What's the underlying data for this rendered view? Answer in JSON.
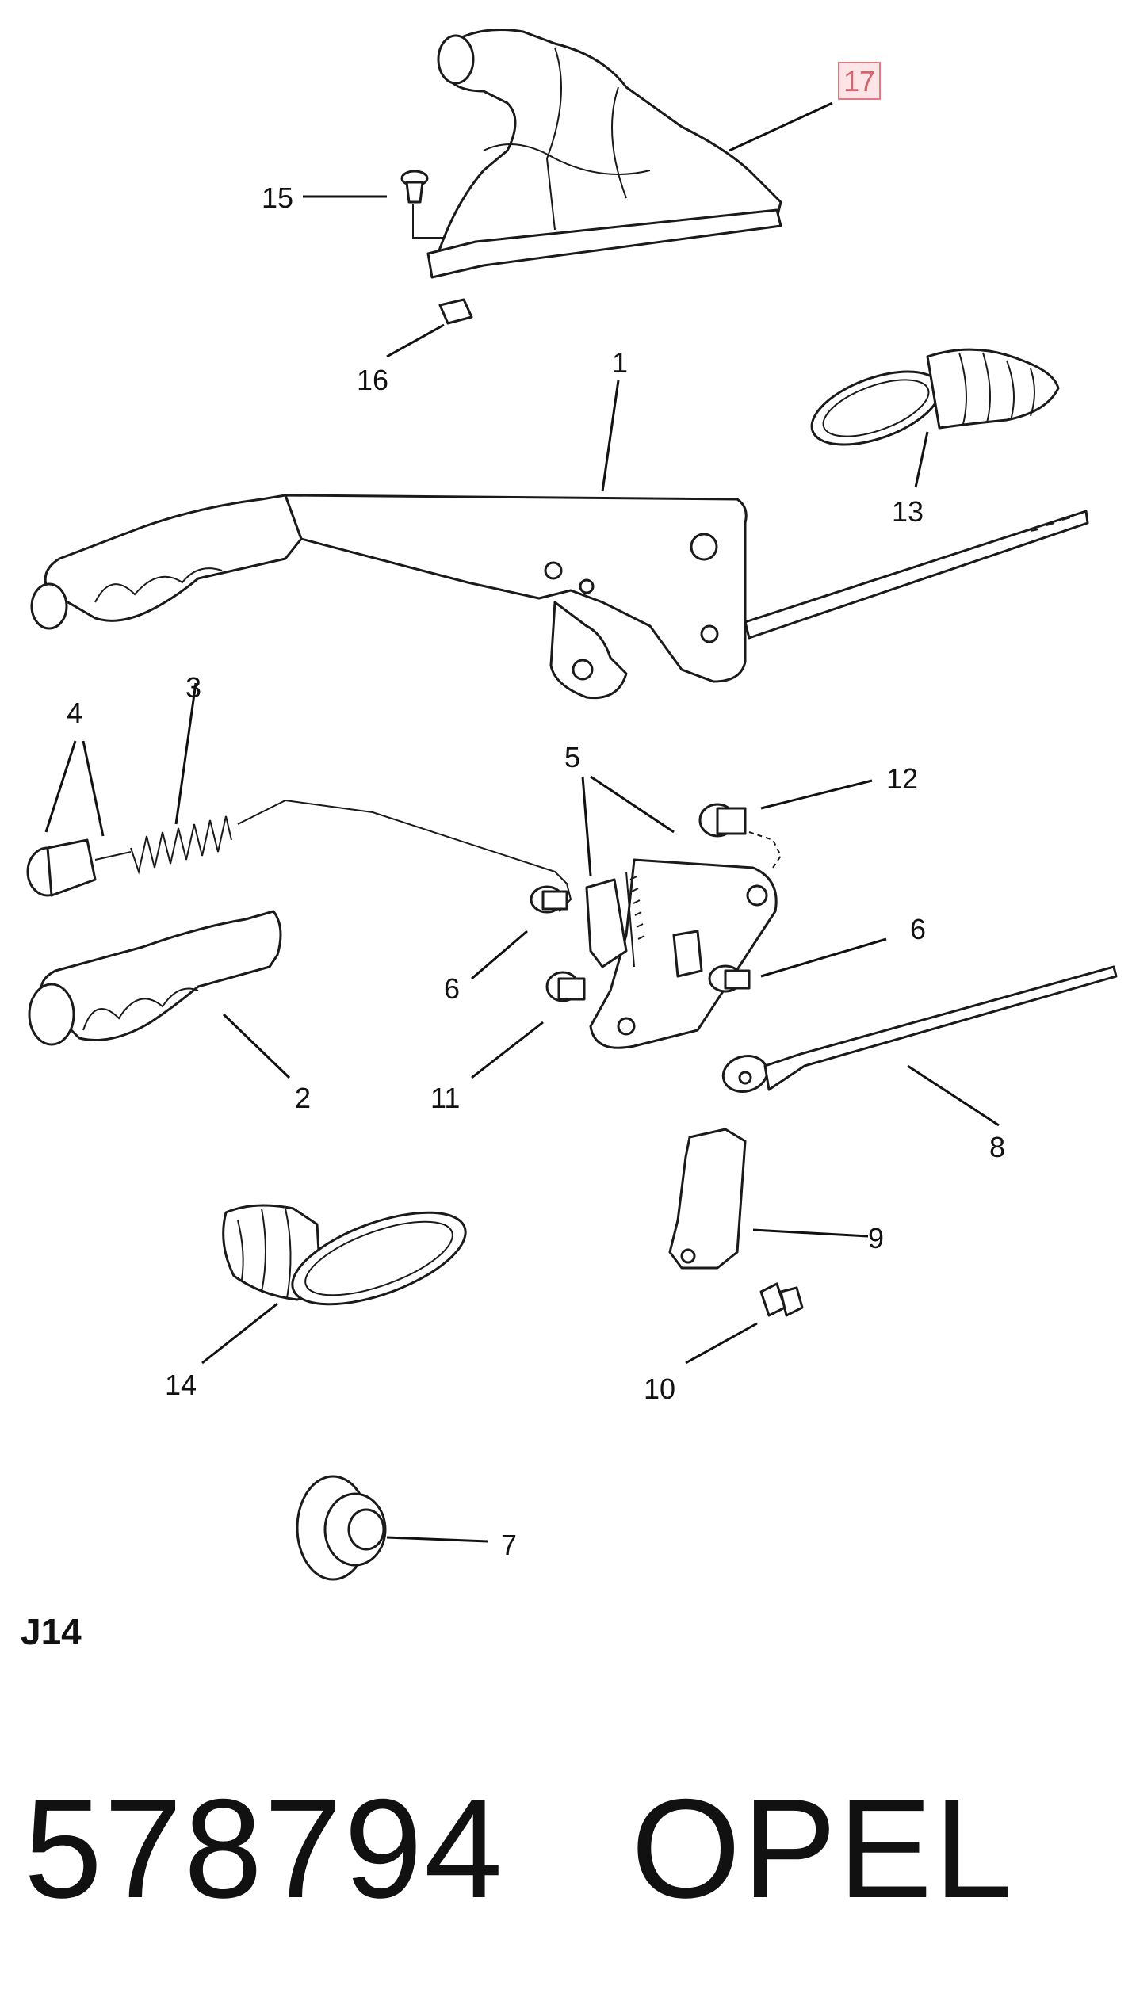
{
  "diagram": {
    "section_code": "J14",
    "part_number": "578794",
    "brand": "OPEL",
    "callouts": {
      "c1": "1",
      "c2": "2",
      "c3": "3",
      "c4": "4",
      "c5": "5",
      "c6a": "6",
      "c6b": "6",
      "c7": "7",
      "c8": "8",
      "c9": "9",
      "c10": "10",
      "c11": "11",
      "c12": "12",
      "c13": "13",
      "c14": "14",
      "c15": "15",
      "c16": "16",
      "c17": "17"
    },
    "highlighted_callout": "17",
    "colors": {
      "line": "#1a1a1a",
      "highlight_fill": "#fde4e6",
      "highlight_stroke": "#e07a82"
    }
  }
}
